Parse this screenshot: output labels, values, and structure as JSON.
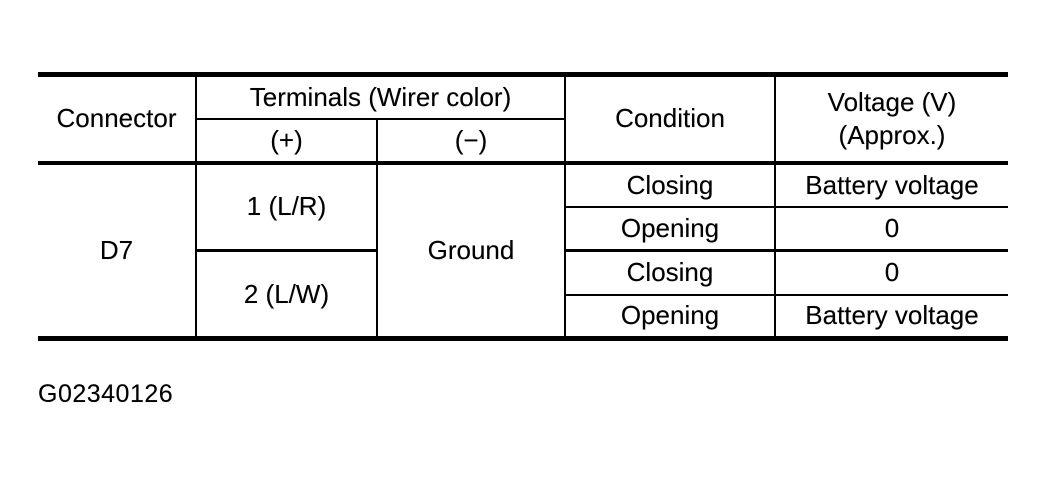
{
  "colors": {
    "background": "#ffffff",
    "line": "#000000",
    "text": "#000000"
  },
  "figure_caption": "G02340126",
  "table": {
    "header": {
      "connector": "Connector",
      "terminals_group": "Terminals (Wirer color)",
      "plus": "(+)",
      "minus": "(−)",
      "condition": "Condition",
      "voltage_line1": "Voltage (V)",
      "voltage_line2": "(Approx.)"
    },
    "body": {
      "connector": "D7",
      "minus_terminal": "Ground",
      "groups": [
        {
          "plus_terminal": "1 (L/R)",
          "rows": [
            {
              "condition": "Closing",
              "voltage": "Battery voltage"
            },
            {
              "condition": "Opening",
              "voltage": "0"
            }
          ]
        },
        {
          "plus_terminal": "2 (L/W)",
          "rows": [
            {
              "condition": "Closing",
              "voltage": "0"
            },
            {
              "condition": "Opening",
              "voltage": "Battery voltage"
            }
          ]
        }
      ]
    }
  }
}
